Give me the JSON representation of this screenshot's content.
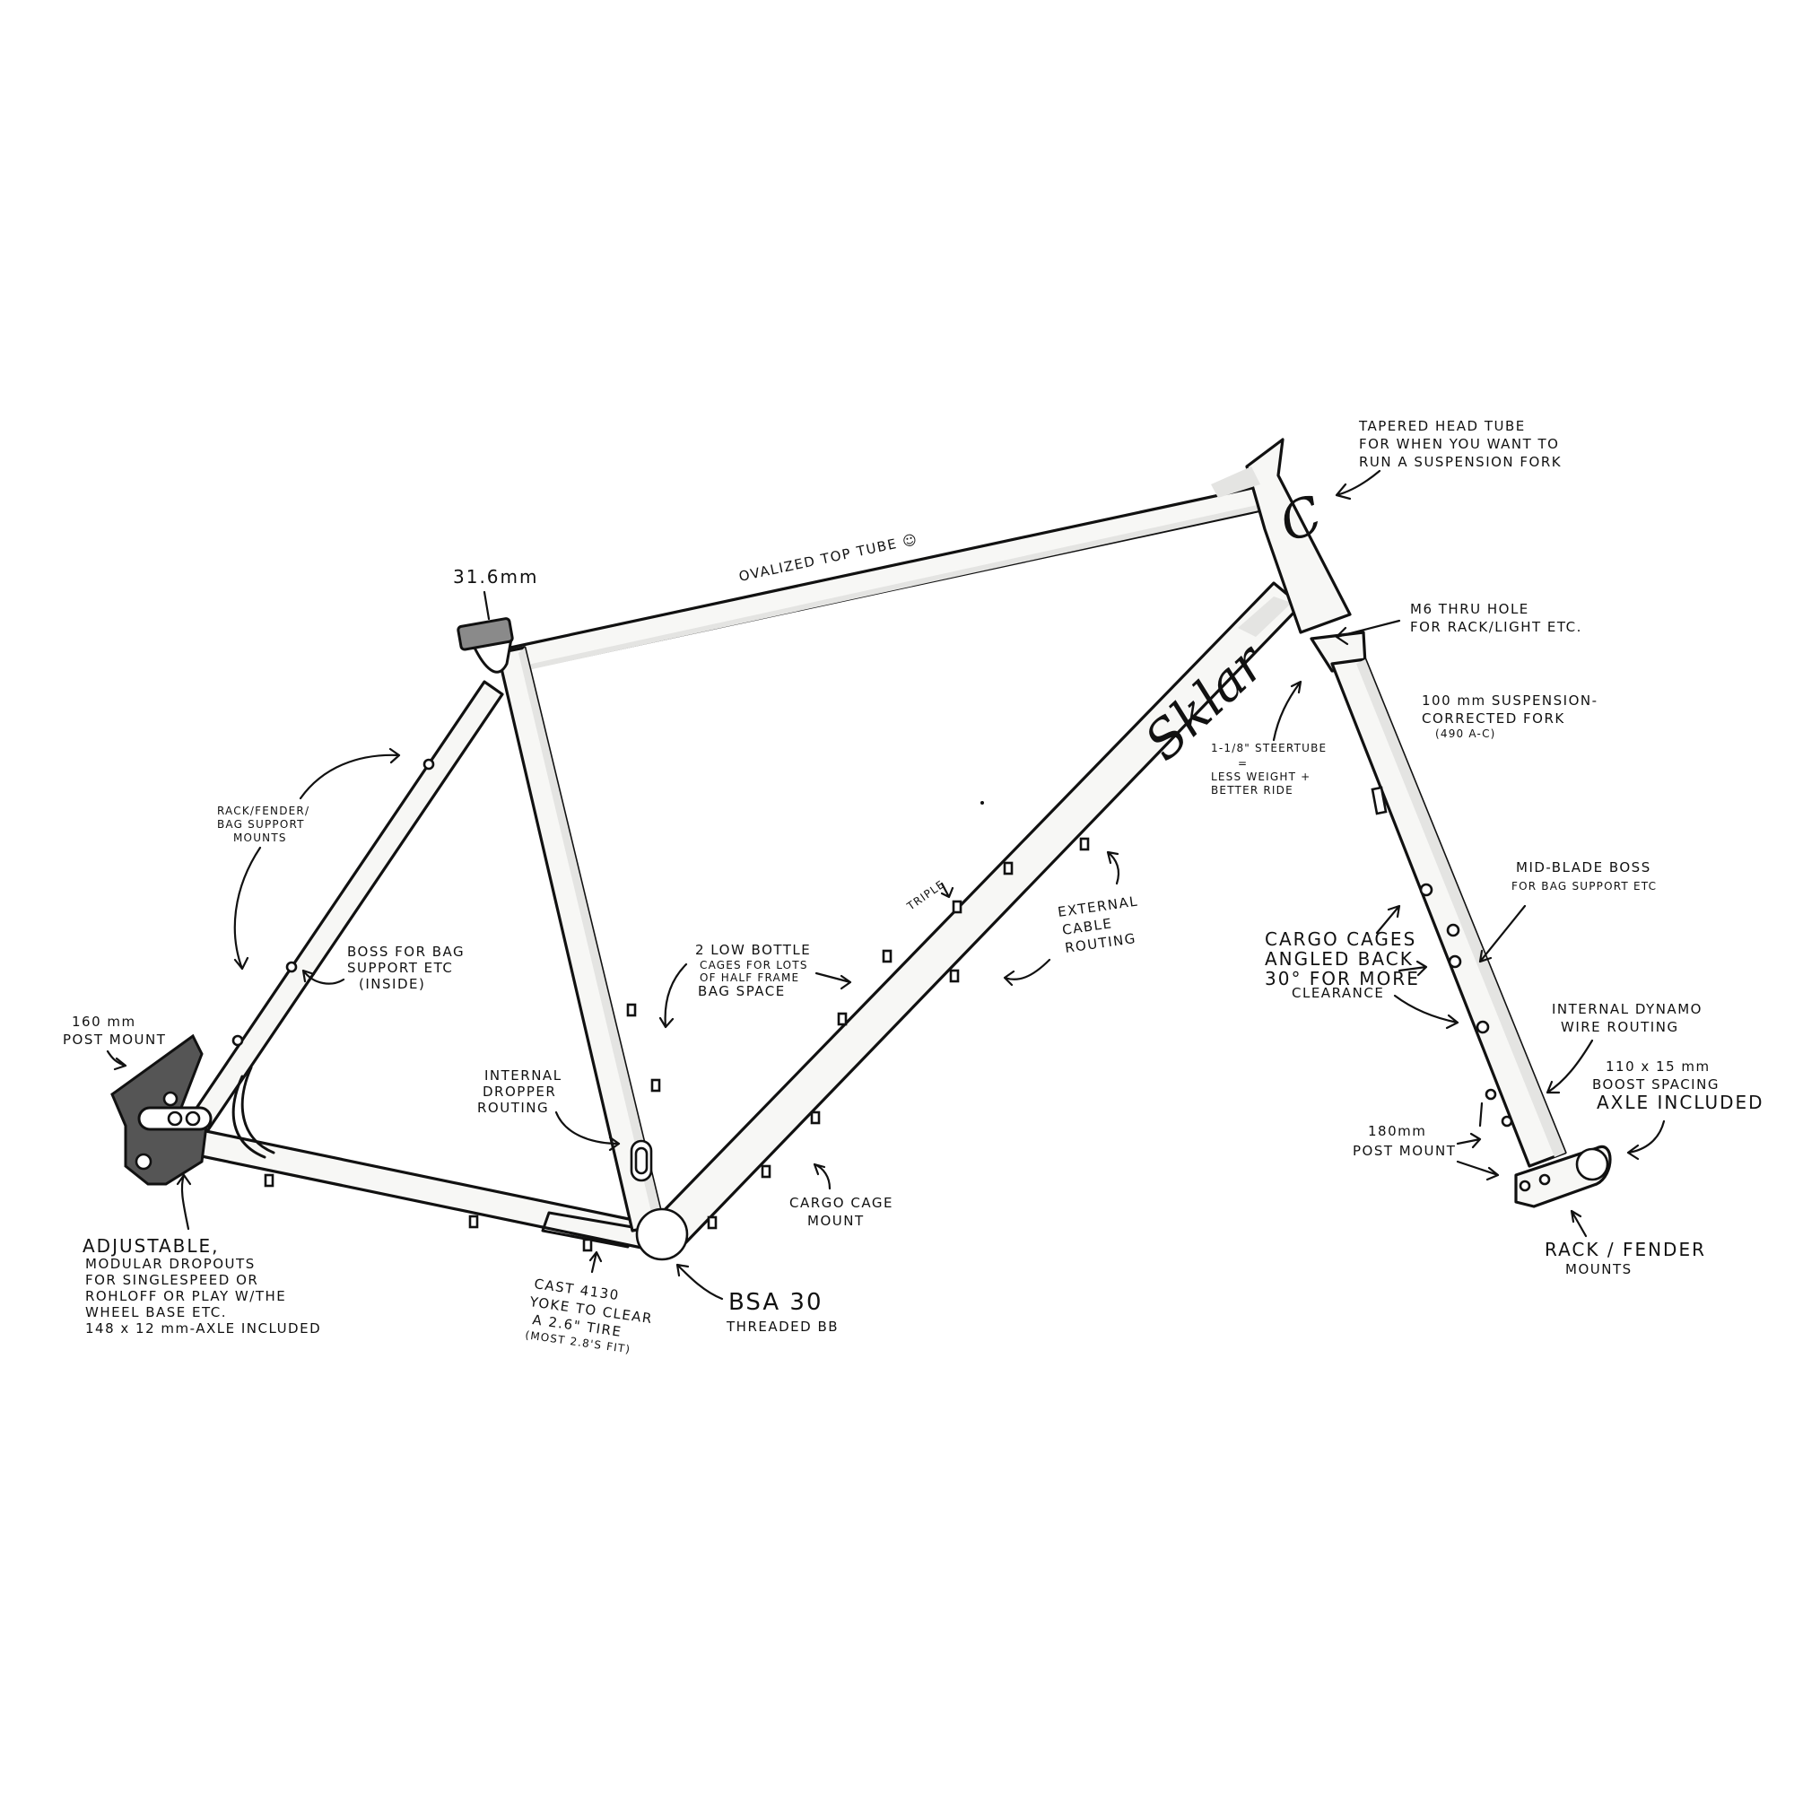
{
  "brand": {
    "head_badge": "C",
    "downtube_logo": "Sklar"
  },
  "annotations": {
    "seatpost": "31.6mm",
    "top_tube": "OVALIZED TOP TUBE ☺",
    "head_tube": [
      "TAPERED HEAD TUBE",
      "FOR WHEN YOU WANT TO",
      "RUN A SUSPENSION FORK"
    ],
    "m6": [
      "M6 THRU HOLE",
      "FOR RACK/LIGHT ETC."
    ],
    "steertube": [
      "1-1/8\" STEERTUBE",
      "=",
      "LESS WEIGHT +",
      "BETTER RIDE"
    ],
    "fork": [
      "100 mm SUSPENSION-",
      "CORRECTED FORK",
      "(490 A-C)"
    ],
    "rack_fender_bag": [
      "RACK/FENDER/",
      "BAG SUPPORT",
      "MOUNTS"
    ],
    "boss_bag": [
      "BOSS FOR BAG",
      "SUPPORT ETC",
      "(INSIDE)"
    ],
    "triple": "TRIPLE",
    "external_cable": [
      "EXTERNAL",
      "CABLE",
      "ROUTING"
    ],
    "bottle_cages": [
      "2 LOW BOTTLE",
      "CAGES FOR LOTS",
      "OF HALF FRAME",
      "BAG SPACE"
    ],
    "mid_blade": [
      "MID-BLADE BOSS",
      "FOR BAG SUPPORT ETC"
    ],
    "cargo_cages": [
      "CARGO CAGES",
      "ANGLED BACK",
      "30° FOR MORE",
      "CLEARANCE"
    ],
    "dynamo": [
      "INTERNAL DYNAMO",
      "WIRE ROUTING"
    ],
    "boost": [
      "110 x 15 mm",
      "BOOST SPACING",
      "AXLE INCLUDED"
    ],
    "post_180": [
      "180mm",
      "POST MOUNT"
    ],
    "rack_fender": [
      "RACK / FENDER",
      "MOUNTS"
    ],
    "post_160": [
      "160 mm",
      "POST MOUNT"
    ],
    "dropper": [
      "INTERNAL",
      "DROPPER",
      "ROUTING"
    ],
    "dropouts": [
      "ADJUSTABLE,",
      "MODULAR DROPOUTS",
      "FOR SINGLESPEED OR",
      "ROHLOFF OR PLAY W/THE",
      "WHEEL BASE ETC.",
      "148 x 12 mm-AXLE INCLUDED"
    ],
    "yoke": [
      "CAST 4130",
      "YOKE TO CLEAR",
      "A 2.6\" TIRE",
      "(MOST 2.8'S FIT)"
    ],
    "cargo_mount": [
      "CARGO CAGE",
      "MOUNT"
    ],
    "bb": [
      "BSA 30",
      "THREADED BB"
    ]
  },
  "colors": {
    "ink": "#111111",
    "tube_fill": "#f7f7f5",
    "shade": "#e4e4e2",
    "dropout": "#555555",
    "seatpost_clamp": "#8a8a8a"
  }
}
